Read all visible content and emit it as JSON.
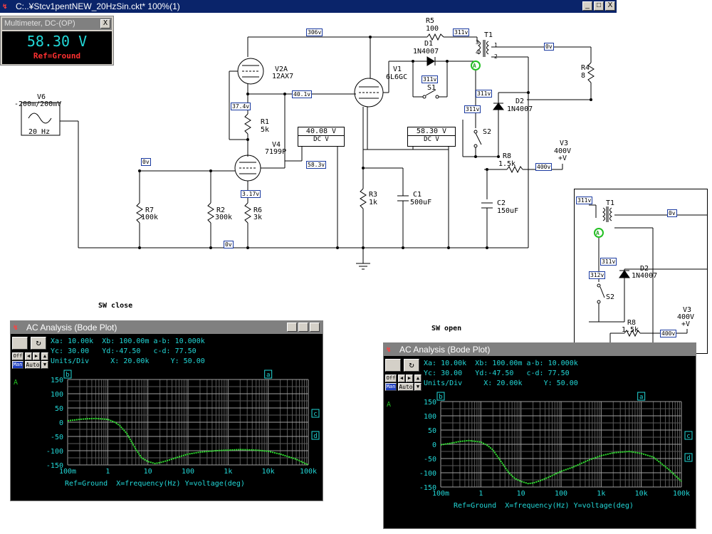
{
  "window": {
    "title": "C:..¥Stcv1pentNEW_20HzSin.ckt* 100%(1)",
    "min_label": "_",
    "max_label": "□",
    "close_label": "X"
  },
  "multimeter": {
    "title": "Multimeter, DC-(OP)",
    "value": "58.30 V",
    "ref": "Ref=Ground",
    "close_label": "X"
  },
  "schematic": {
    "components": {
      "v6_name": "V6",
      "v6_value": "-200m/200mV",
      "v6_freq": "20 Hz",
      "v2a_name": "V2A",
      "v2a_value": "12AX7",
      "r5_name": "R5",
      "r5_value": "100",
      "d1_name": "D1",
      "d1_value": "1N4007",
      "t1_name": "T1",
      "v1_name": "V1",
      "v1_value": "6L6GC",
      "s1_name": "S1",
      "r4_name": "R4",
      "r4_value": "8",
      "d2_name": "D2",
      "d2_value": "1N4007",
      "s2_name": "S2",
      "r1_name": "R1",
      "r1_value": "5k",
      "v4_name": "V4",
      "v4_value": "7199P",
      "r8_name": "R8",
      "r8_value": "1.5k",
      "v3_name": "V3",
      "v3_value": "400V",
      "v3_sign": "+V",
      "r7_name": "R7",
      "r7_value": "100k",
      "r2_name": "R2",
      "r2_value": "300k",
      "r6_name": "R6",
      "r6_value": "3k",
      "r3_name": "R3",
      "r3_value": "1k",
      "c1_name": "C1",
      "c1_value": "500uF",
      "c2_name": "C2",
      "c2_value": "150uF",
      "t1_pin1": "1",
      "t1_pin2": "2",
      "t1_pin3": "3",
      "t1_pin4": "4",
      "probe_a": "A"
    },
    "node_tags": {
      "n306": "306v",
      "n311a": "311v",
      "n0a": "0v",
      "n311b": "311v",
      "n401": "40.1v",
      "n374": "37.4v",
      "n311c": "311v",
      "n311d": "311v",
      "n0b": "0v",
      "n583": "58.3v",
      "n317": "3.17v",
      "n400": "400v",
      "n0c": "0v"
    },
    "meter1": {
      "value": "40.08 V",
      "mode": "DC V"
    },
    "meter2": {
      "value": "58.30 V",
      "mode": "DC V"
    },
    "inset_tags": {
      "a": "311v",
      "b": "0v",
      "c": "311v",
      "d": "312v",
      "e": "400v"
    },
    "inset_labels": {
      "t1": "T1",
      "d2": "D2",
      "d2v": "1N4007",
      "s2": "S2",
      "r8": "R8",
      "r8v": "1.5k",
      "v3": "V3",
      "v3v": "400V",
      "v3s": "+V",
      "a": "A"
    }
  },
  "captions": {
    "sw_close": "SW close",
    "sw_open": "SW open"
  },
  "ac_left": {
    "title": "AC Analysis (Bode Plot)",
    "line1": "Xa: 10.00k  Xb: 100.00m a-b: 10.000k",
    "line2": "Yc: 30.00   Yd:-47.50   c-d: 77.50",
    "line3": "Units/Div     X: 20.00k     Y: 50.00",
    "bottom": "Ref=Ground  X=frequency(Hz) Y=voltage(deg)",
    "auto_label": "Auto",
    "man_label": "Man",
    "off_label": "Off",
    "legend": "A",
    "cursors": [
      "b",
      "a",
      "c",
      "d"
    ]
  },
  "ac_right": {
    "title": "AC Analysis (Bode Plot)",
    "line1": "Xa: 10.00k  Xb: 100.00m a-b: 10.000k",
    "line2": "Yc: 30.00   Yd:-47.50   c-d: 77.50",
    "line3": "Units/Div     X: 20.00k     Y: 50.00",
    "bottom": "Ref=Ground  X=frequency(Hz) Y=voltage(deg)",
    "auto_label": "Auto",
    "man_label": "Man",
    "off_label": "Off",
    "legend": "A",
    "cursors": [
      "b",
      "a",
      "c",
      "d"
    ]
  },
  "chart_data": [
    {
      "type": "line",
      "xscale": "log",
      "xlim": [
        0.1,
        100000
      ],
      "ylim": [
        -150,
        150
      ],
      "x_ticks": [
        "100m",
        "1",
        "10",
        "100",
        "1k",
        "10k",
        "100k"
      ],
      "y_ticks": [
        "150",
        "100",
        "50",
        "0",
        "-50",
        "-100",
        "-150"
      ],
      "grid": true,
      "series": [
        {
          "name": "A",
          "x": [
            0.1,
            0.2,
            0.3,
            0.5,
            1,
            1.5,
            2,
            3,
            5,
            7,
            10,
            15,
            20,
            30,
            50,
            100,
            200,
            500,
            1000,
            2000,
            5000,
            10000,
            20000,
            50000,
            100000
          ],
          "y": [
            5,
            10,
            12,
            13,
            10,
            0,
            -12,
            -40,
            -95,
            -125,
            -138,
            -145,
            -142,
            -135,
            -125,
            -112,
            -105,
            -100,
            -98,
            -96,
            -98,
            -102,
            -112,
            -130,
            -150
          ]
        }
      ]
    },
    {
      "type": "line",
      "xscale": "log",
      "xlim": [
        0.1,
        100000
      ],
      "ylim": [
        -150,
        150
      ],
      "x_ticks": [
        "100m",
        "1",
        "10",
        "100",
        "1k",
        "10k",
        "100k"
      ],
      "y_ticks": [
        "150",
        "100",
        "50",
        "0",
        "-50",
        "-100",
        "-150"
      ],
      "grid": true,
      "series": [
        {
          "name": "A",
          "x": [
            0.1,
            0.2,
            0.3,
            0.5,
            1,
            1.5,
            2,
            3,
            5,
            7,
            10,
            15,
            20,
            30,
            50,
            100,
            200,
            500,
            1000,
            2000,
            5000,
            10000,
            20000,
            50000,
            100000
          ],
          "y": [
            -2,
            5,
            10,
            13,
            8,
            -5,
            -20,
            -55,
            -100,
            -120,
            -130,
            -138,
            -136,
            -128,
            -115,
            -95,
            -80,
            -55,
            -40,
            -30,
            -25,
            -32,
            -45,
            -90,
            -130
          ]
        }
      ]
    }
  ]
}
